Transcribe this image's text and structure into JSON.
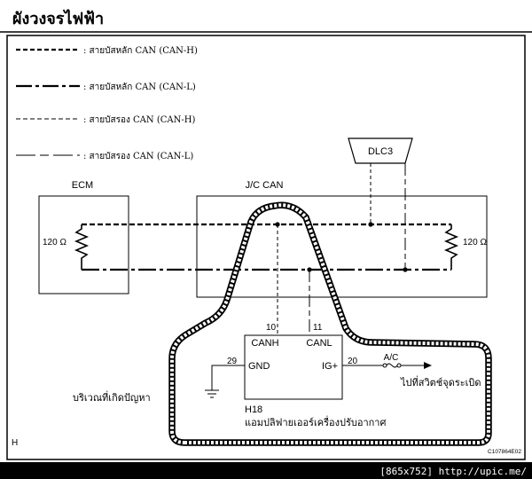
{
  "title": "ผังวงจรไฟฟ้า",
  "legend": [
    {
      "label": ": สายบัสหลัก CAN (CAN-H)"
    },
    {
      "label": ": สายบัสหลัก CAN (CAN-L)"
    },
    {
      "label": ": สายบัสรอง CAN (CAN-H)"
    },
    {
      "label": ": สายบัสรอง CAN (CAN-L)"
    }
  ],
  "dlc3": {
    "label": "DLC3"
  },
  "ecm": {
    "label": "ECM",
    "resistor_label": "120 Ω"
  },
  "jc_can": {
    "label": "J/C CAN",
    "resistor_label": "120 Ω"
  },
  "h18": {
    "pin_canh": "10",
    "pin_canl": "11",
    "canh": "CANH",
    "canl": "CANL",
    "pin_gnd": "29",
    "gnd": "GND",
    "pin_ig": "20",
    "ig": "IG+",
    "code": "H18",
    "name": "แอมปลิฟายเออร์เครื่องปรับอากาศ"
  },
  "ac_fuse": {
    "label": "A/C"
  },
  "ac_switch_label": "ไปที่สวิตช์จุดระเบิด",
  "problem_area": "บริเวณที่เกิดปัญหา",
  "corner_letter": "H",
  "figure_code": "C107864E02",
  "footer": {
    "text": "[865x752] http://upic.me/"
  }
}
